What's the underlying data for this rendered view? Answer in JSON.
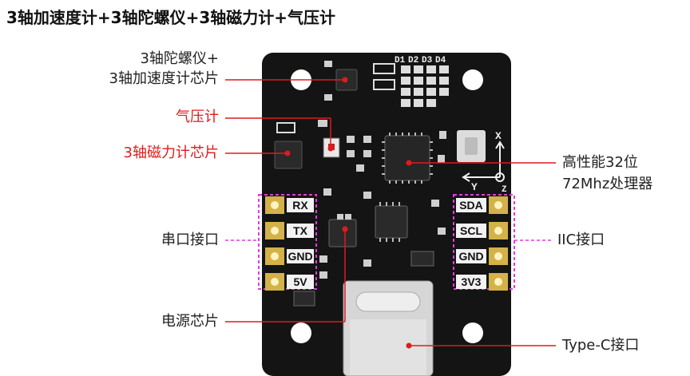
{
  "title": "3轴加速度计+3轴陀螺仪+3轴磁力计+气压计",
  "labels": {
    "imu_line1": "3轴陀螺仪+",
    "imu_line2": "3轴加速度计芯片",
    "baro": "气压计",
    "mag": "3轴磁力计芯片",
    "uart": "串口接口",
    "power": "电源芯片",
    "mcu_line1": "高性能32位",
    "mcu_line2": "72Mhz处理器",
    "iic": "IIC接口",
    "typec": "Type-C接口"
  },
  "pins_left": [
    "RX",
    "TX",
    "GND",
    "5V"
  ],
  "pins_right": [
    "SDA",
    "SCL",
    "GND",
    "3V3"
  ],
  "silkscreen": {
    "leds": [
      "D1",
      "D2",
      "D3",
      "D4"
    ],
    "axis_x": "X",
    "axis_y": "Y",
    "axis_z": "Z"
  },
  "colors": {
    "board": "#141414",
    "pin_label_bg": "#f2f2f2",
    "pad_gold": "#d4b24a",
    "highlight": "#e23ae0",
    "accent_red": "#e01b1b",
    "leader_line": "#e01b1b"
  }
}
